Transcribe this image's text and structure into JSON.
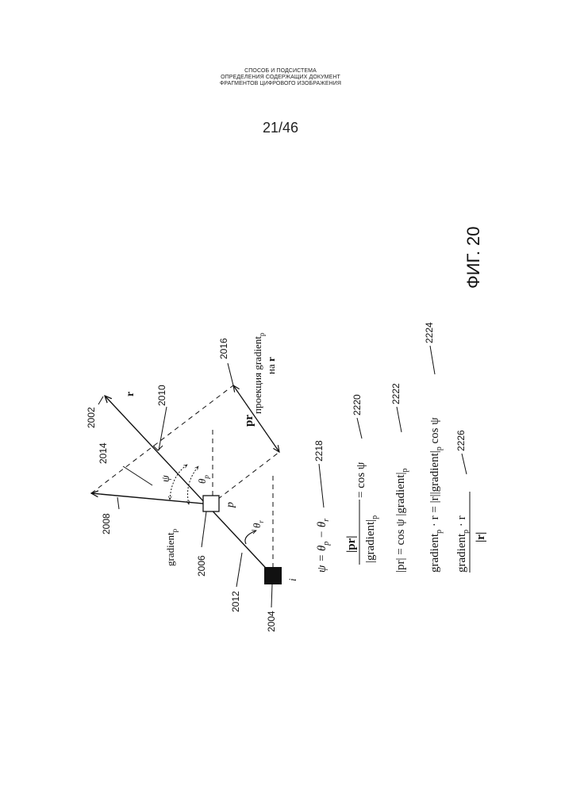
{
  "header": {
    "line1": "СПОСОБ И ПОДСИСТЕМА",
    "line2": "ОПРЕДЕЛЕНИЯ СОДЕРЖАЩИХ ДОКУМЕНТ",
    "line3": "ФРАГМЕНТОВ ЦИФРОВОГО ИЗОБРАЖЕНИЯ"
  },
  "page_number": "21/46",
  "figure_label": "ФИГ. 20",
  "refs": {
    "r2002": "2002",
    "r2004": "2004",
    "r2006": "2006",
    "r2008": "2008",
    "r2010": "2010",
    "r2012": "2012",
    "r2014": "2014",
    "r2016": "2016",
    "r2218": "2218",
    "r2220": "2220",
    "r2222": "2222",
    "r2224": "2224",
    "r2226": "2226"
  },
  "labels": {
    "r_vec": "r",
    "pr": "pr",
    "proj_line1": "проекция gradient",
    "proj_sub": "p",
    "proj_line2": "на",
    "proj_r": "r",
    "gradient": "gradient",
    "gradient_sub": "p",
    "p_point": "p",
    "i_point": "i",
    "psi": "ψ",
    "theta": "θ",
    "theta_p_sub": "p",
    "theta_r_sub": "r"
  },
  "equations": {
    "eq1": {
      "lhs": "ψ = θ",
      "sub1": "p",
      "mid": " − θ",
      "sub2": "r"
    },
    "eq2": {
      "num": "|pr|",
      "den": "|gradient|",
      "den_sub": "p",
      "rhs": " = cos ψ"
    },
    "eq3": {
      "part1": "|pr| = cos ψ |gradient|",
      "sub": "p"
    },
    "eq4": {
      "part1": "gradient",
      "sub1": "p",
      "part2": " · r = |r||gradient|",
      "sub2": "p",
      "part3": " cos ψ"
    },
    "eq5": {
      "num": "gradient",
      "num_sub": "p",
      "num_tail": " · r",
      "den": "|r|"
    }
  }
}
